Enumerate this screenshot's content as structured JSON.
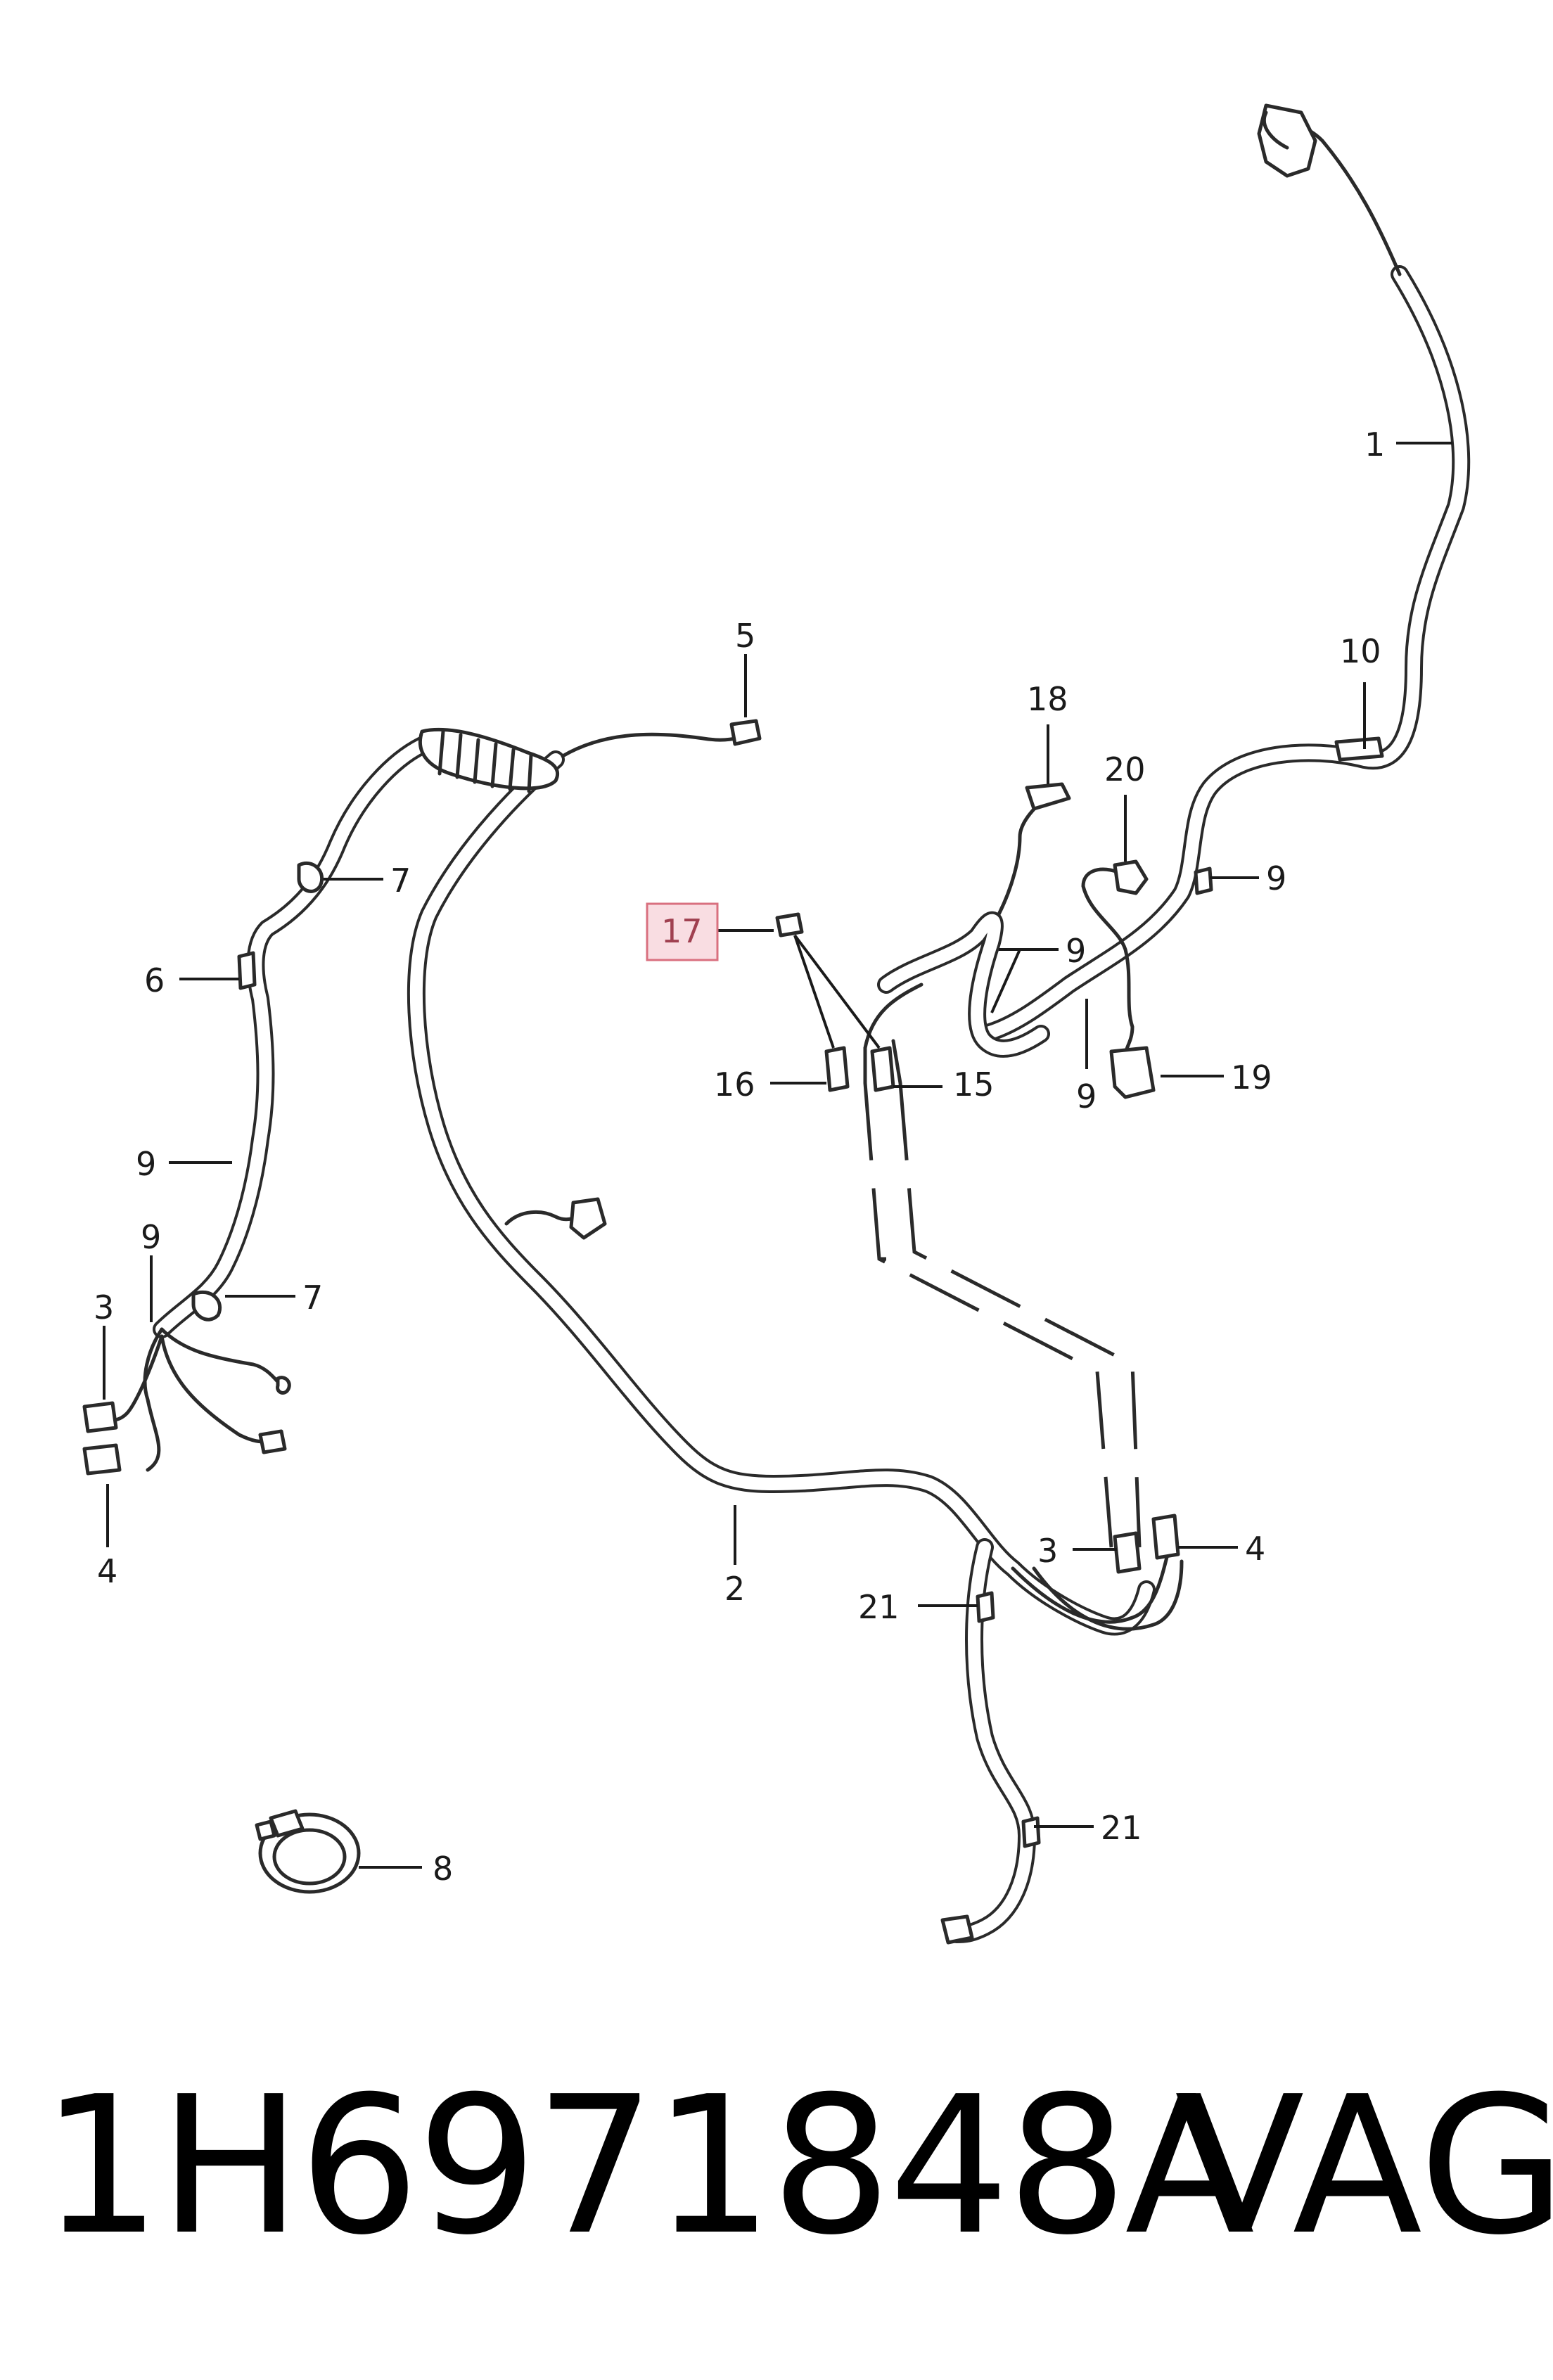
{
  "callouts": {
    "c1": "1",
    "c2": "2",
    "c3a": "3",
    "c3b": "3",
    "c4a": "4",
    "c4b": "4",
    "c5": "5",
    "c6": "6",
    "c7a": "7",
    "c7b": "7",
    "c8": "8",
    "c9a": "9",
    "c9b": "9",
    "c9c": "9",
    "c9d": "9",
    "c9e": "9",
    "c10": "10",
    "c15": "15",
    "c16": "16",
    "c17": "17",
    "c18": "18",
    "c19": "19",
    "c20": "20",
    "c21a": "21",
    "c21b": "21"
  },
  "footer": {
    "part_number": "1H6971848A",
    "brand": "VAG"
  },
  "colors": {
    "highlight_fill": "#f9dde2",
    "highlight_stroke": "#d9707f",
    "line": "#2a2a2a"
  }
}
